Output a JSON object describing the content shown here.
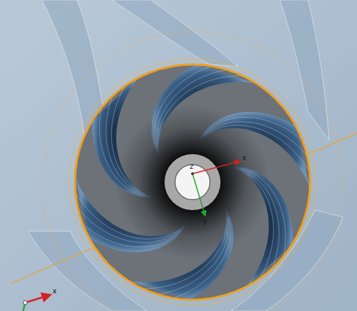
{
  "diagram": {
    "labels": [
      "z",
      "x",
      "y",
      "x"
    ]
  }
}
